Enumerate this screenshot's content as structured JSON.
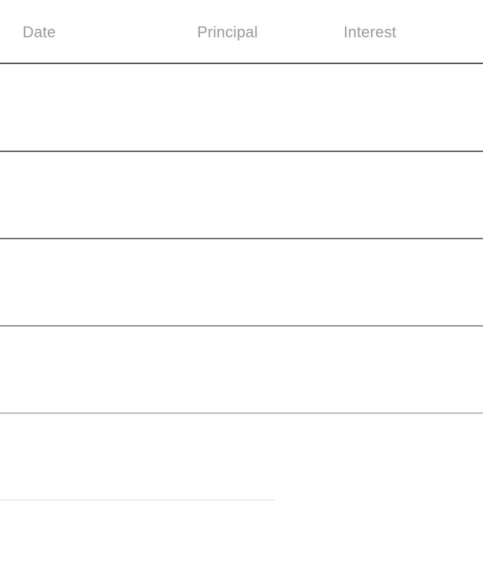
{
  "table": {
    "columns": [
      "Date",
      "Principal",
      "Interest"
    ],
    "rows": [
      {
        "date": "",
        "principal": "",
        "interest": ""
      },
      {
        "date": "",
        "principal": "",
        "interest": ""
      },
      {
        "date": "",
        "principal": "",
        "interest": ""
      },
      {
        "date": "",
        "principal": "",
        "interest": ""
      },
      {
        "date": "",
        "principal": "",
        "interest": ""
      }
    ]
  }
}
